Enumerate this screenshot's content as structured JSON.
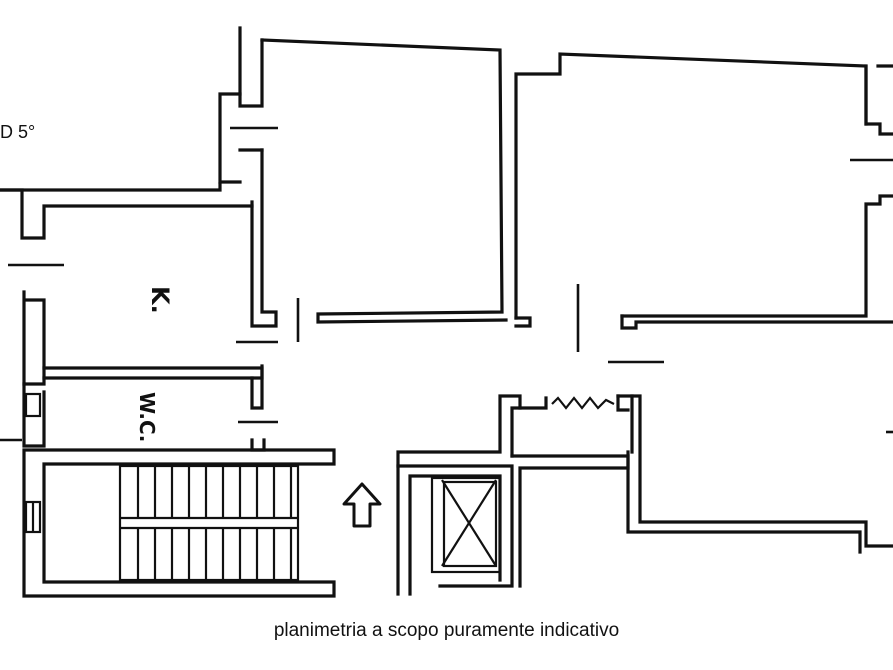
{
  "plan": {
    "floor_label": "D 5°",
    "caption": "planimetria a scopo puramente indicativo",
    "room_labels": {
      "kitchen": "K.",
      "bathroom": "W.C."
    },
    "icons": {
      "entrance": "entrance-arrow-icon",
      "elevator": "elevator-shaft-icon",
      "stairs": "staircase-icon"
    }
  }
}
